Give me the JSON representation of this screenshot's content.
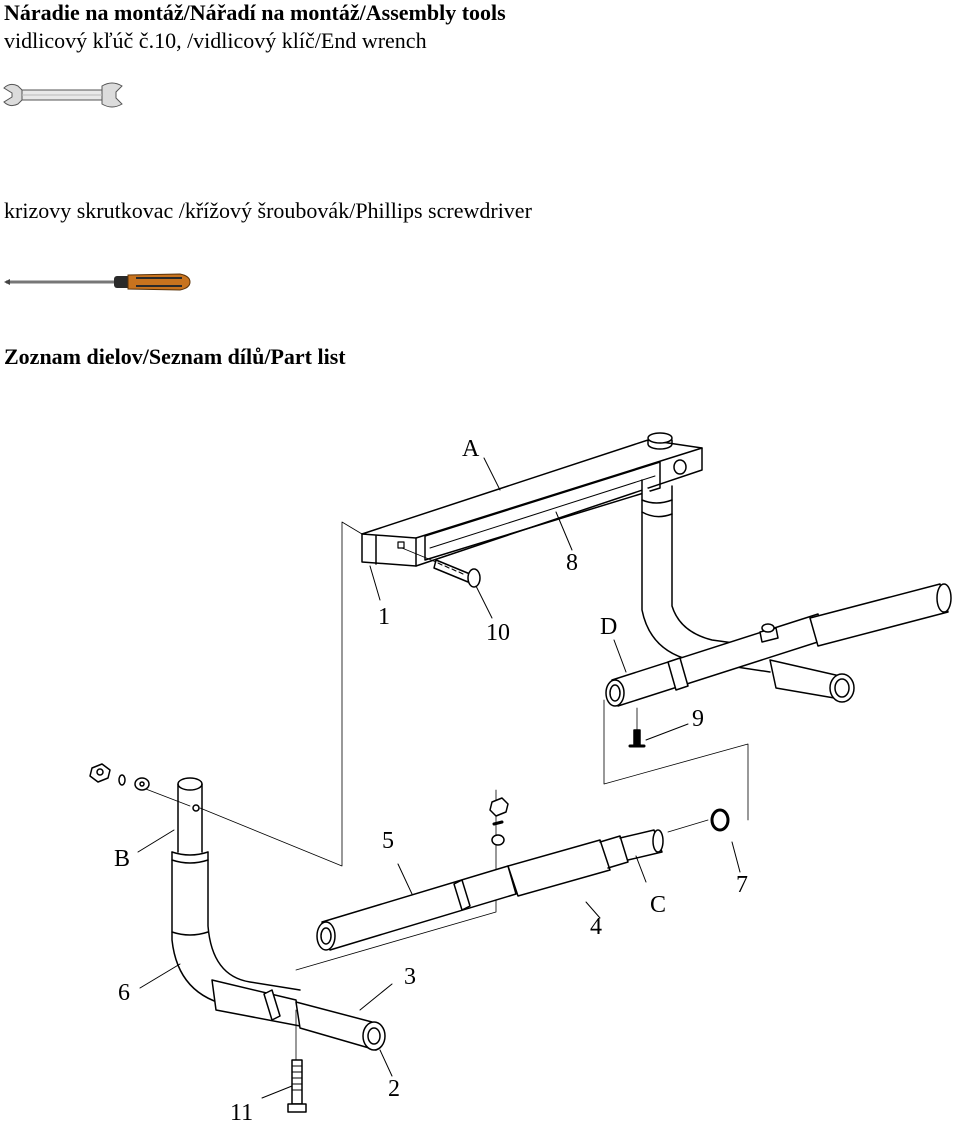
{
  "headings": {
    "tools": "Náradie na montáž/Nářadí na montáž/Assembly tools",
    "wrench": "vidlicový kľúč č.10, /vidlicový klíč/End wrench",
    "screwdriver": "krizovy skrutkovac /křížový šroubovák/Phillips screwdriver",
    "part_list": "Zoznam dielov/Seznam dílů/Part list"
  },
  "callouts": {
    "A": "A",
    "B": "B",
    "C": "C",
    "D": "D",
    "p1": "1",
    "p2": "2",
    "p3": "3",
    "p4": "4",
    "p5": "5",
    "p6": "6",
    "p7": "7",
    "p8": "8",
    "p9": "9",
    "p10": "10",
    "p11": "11"
  },
  "colors": {
    "screwdriver_handle": "#c8731e",
    "screwdriver_grip": "#2a2a2a",
    "line": "#000000"
  }
}
